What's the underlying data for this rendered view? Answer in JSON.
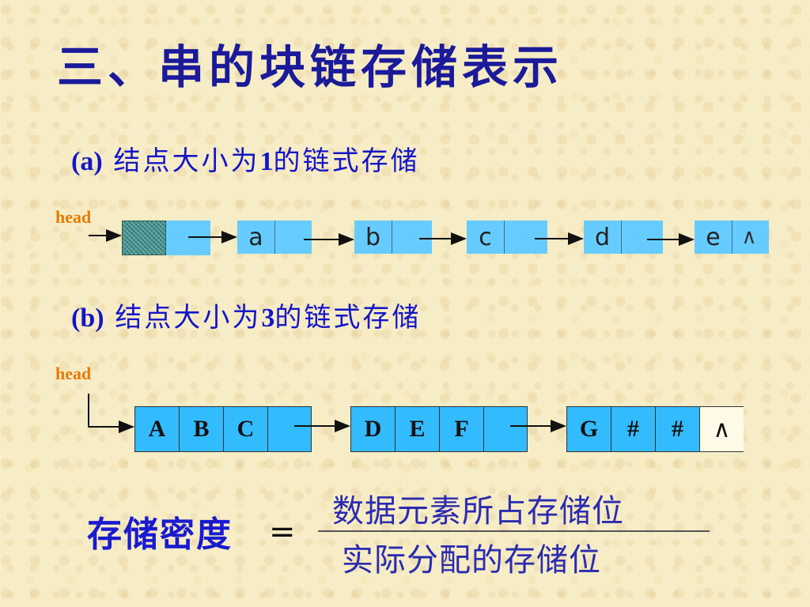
{
  "title": "三、串的块链存储表示",
  "section_a": {
    "label": "(a)",
    "text_pre": "结点大小为",
    "size": "1",
    "text_post": "的链式存储"
  },
  "section_b": {
    "label": "(b)",
    "text_pre": "结点大小为",
    "size": "3",
    "text_post": "的链式存储"
  },
  "head_label": "head",
  "list_a": {
    "head_node_color": "#3a8f8a",
    "nodes": [
      "a",
      "b",
      "c",
      "d",
      "e"
    ],
    "null_symbol": "∧"
  },
  "list_b": {
    "nodes": [
      {
        "chars": [
          "A",
          "B",
          "C"
        ],
        "pointer": ""
      },
      {
        "chars": [
          "D",
          "E",
          "F"
        ],
        "pointer": ""
      },
      {
        "chars": [
          "G",
          "#",
          "#"
        ],
        "pointer": "∧"
      }
    ]
  },
  "formula": {
    "lhs": "存储密度",
    "equals": "=",
    "numerator": "数据元素所占存储位",
    "denominator": "实际分配的存储位"
  },
  "colors": {
    "title": "#1a1a9a",
    "subtitle": "#1515c8",
    "head": "#e87a00",
    "node_a": "#66ccff",
    "node_b": "#33bbff"
  }
}
